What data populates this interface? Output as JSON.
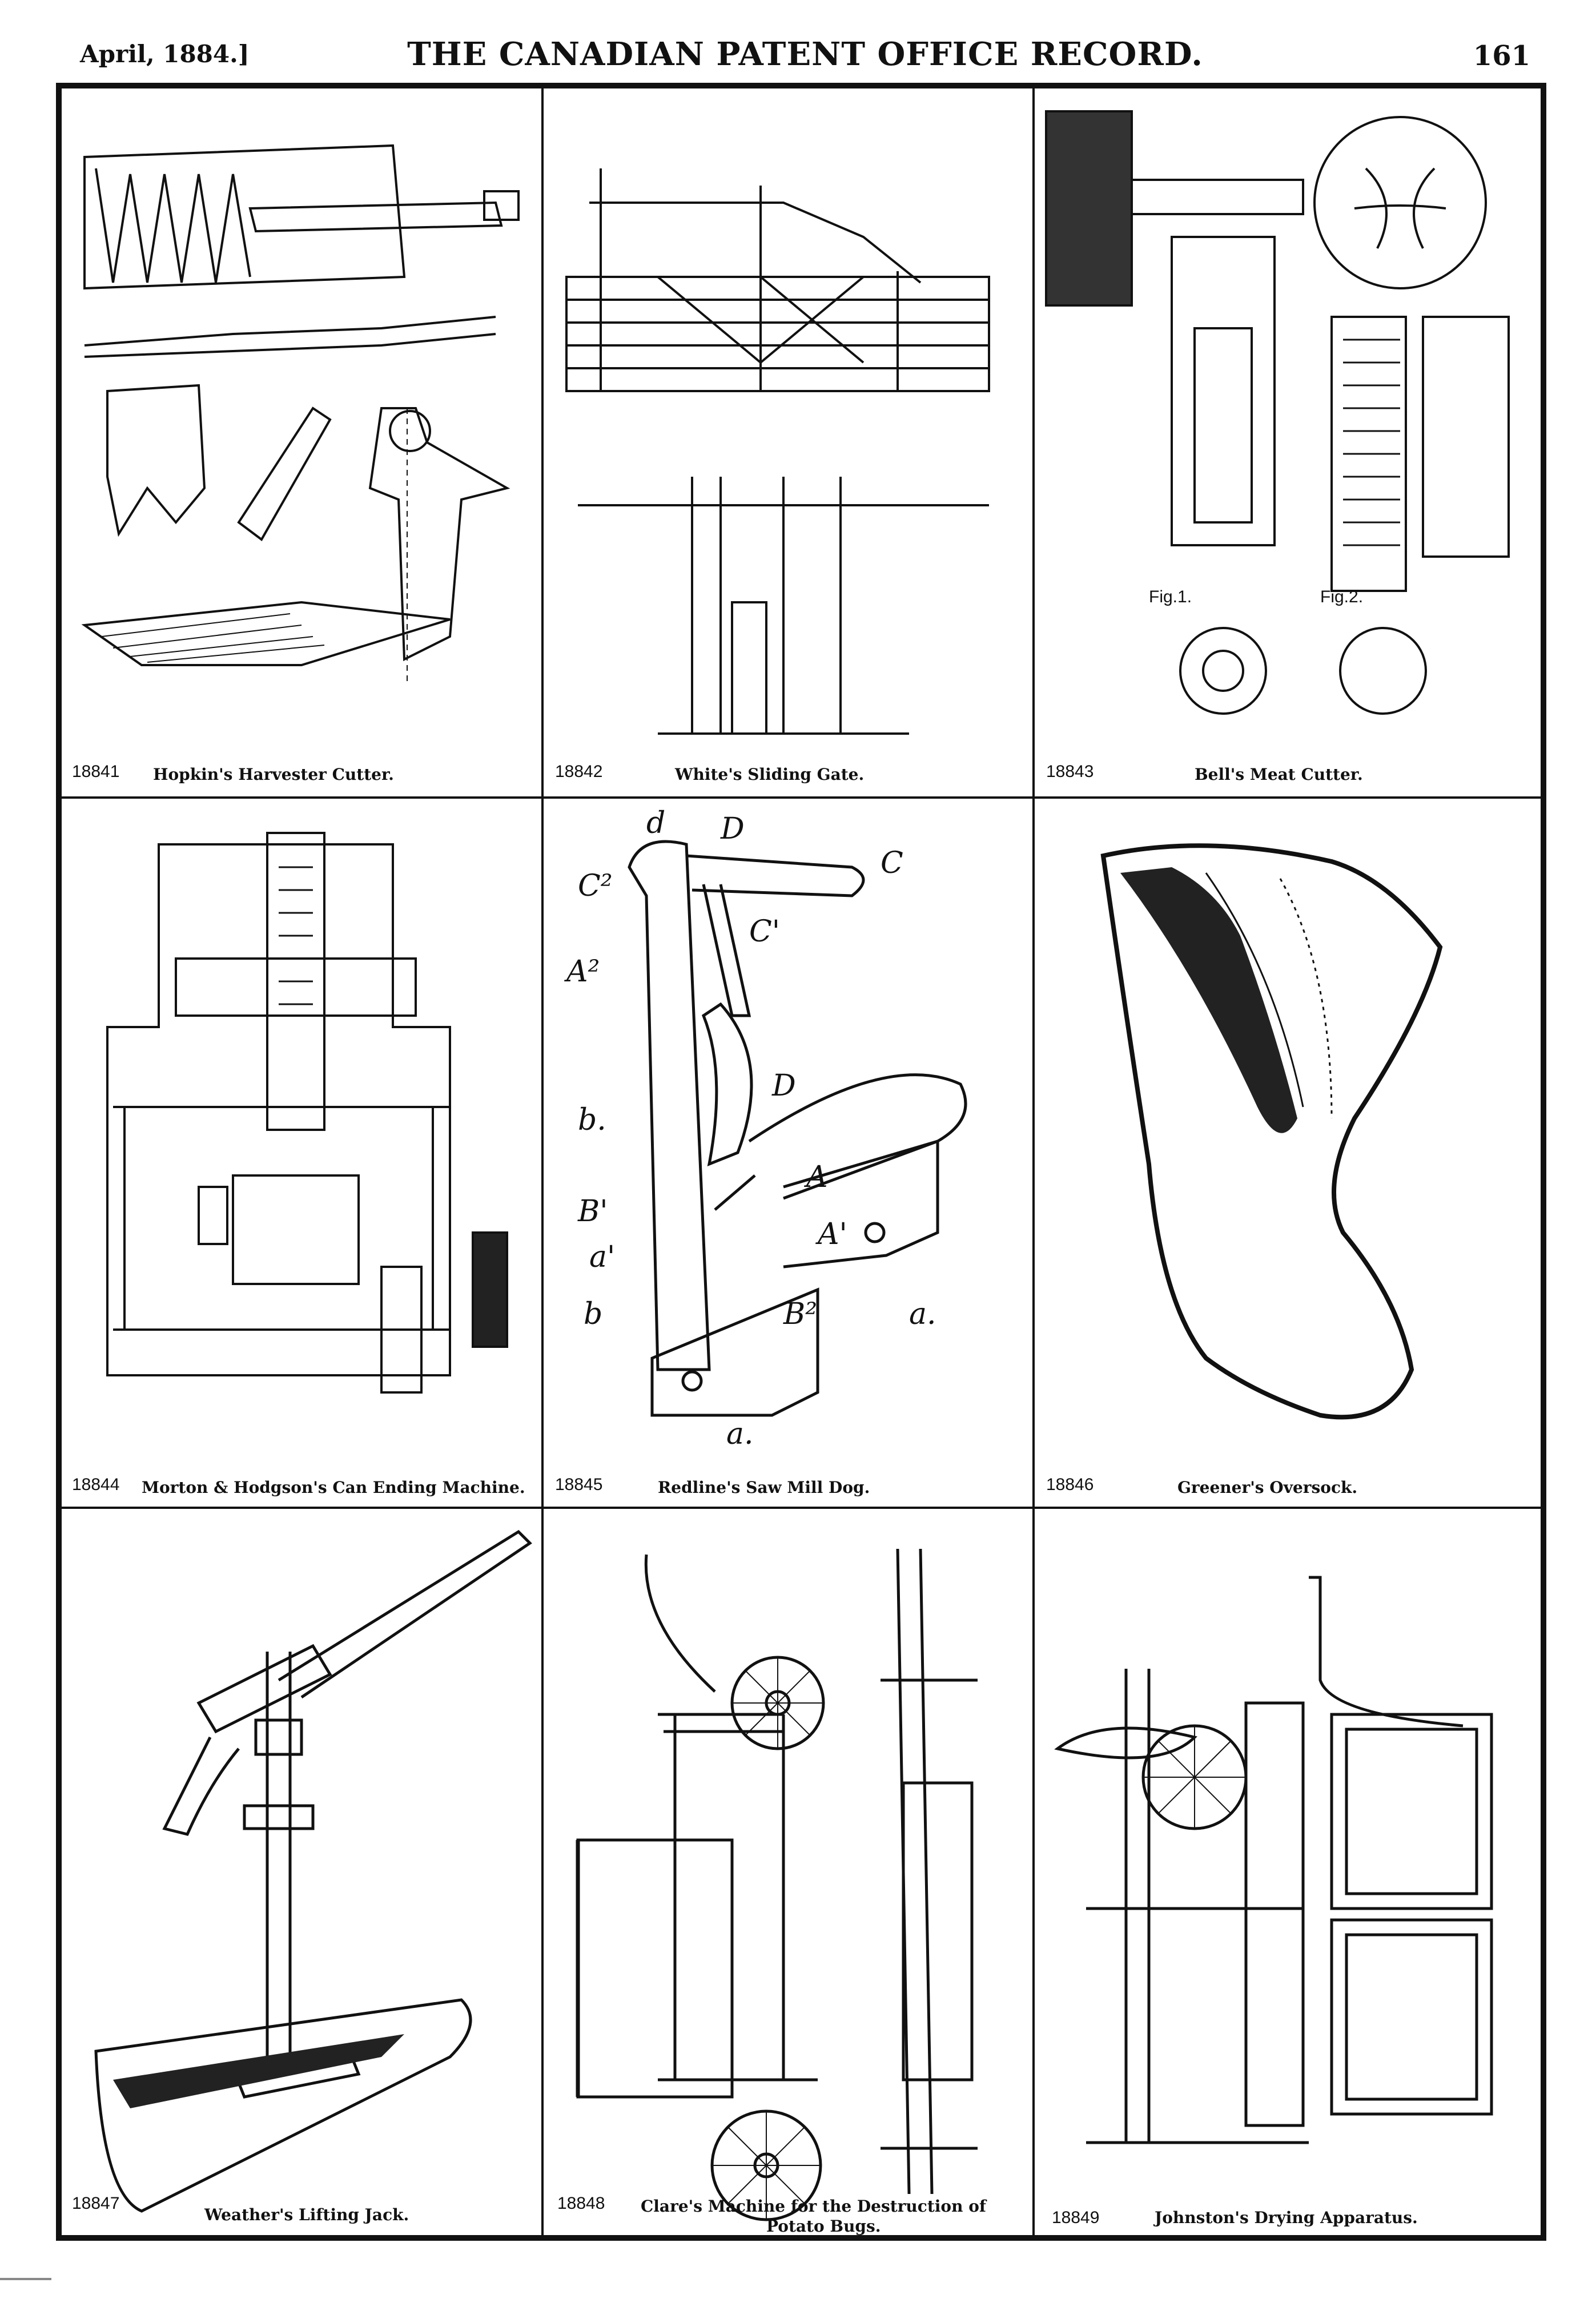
{
  "header": {
    "date": "April, 1884.]",
    "title": "THE CANADIAN PATENT OFFICE RECORD.",
    "page_number": "161"
  },
  "patents": [
    {
      "number": "18841",
      "title": "Hopkin's Harvester Cutter."
    },
    {
      "number": "18842",
      "title": "White's Sliding Gate."
    },
    {
      "number": "18843",
      "title": "Bell's Meat Cutter."
    },
    {
      "number": "18844",
      "title": "Morton & Hodgson's Can Ending Machine."
    },
    {
      "number": "18845",
      "title": "Redline's Saw Mill Dog."
    },
    {
      "number": "18846",
      "title": "Greener's Oversock."
    },
    {
      "number": "18847",
      "title": "Weather's Lifting Jack."
    },
    {
      "number": "18848",
      "title": "Clare's Machine for the Destruction of",
      "title_line2": "Potato Bugs."
    },
    {
      "number": "18849",
      "title": "Johnston's Drying Apparatus."
    }
  ],
  "figure_labels": {
    "bell_fig1": "Fig.1.",
    "bell_fig2": "Fig.2.",
    "redline_labels": [
      "d",
      "D",
      "C",
      "C²",
      "C'",
      "A²",
      "D",
      "b.",
      "A",
      "B'",
      "A'",
      "a'",
      "b",
      "B²",
      "a.",
      "a."
    ]
  }
}
